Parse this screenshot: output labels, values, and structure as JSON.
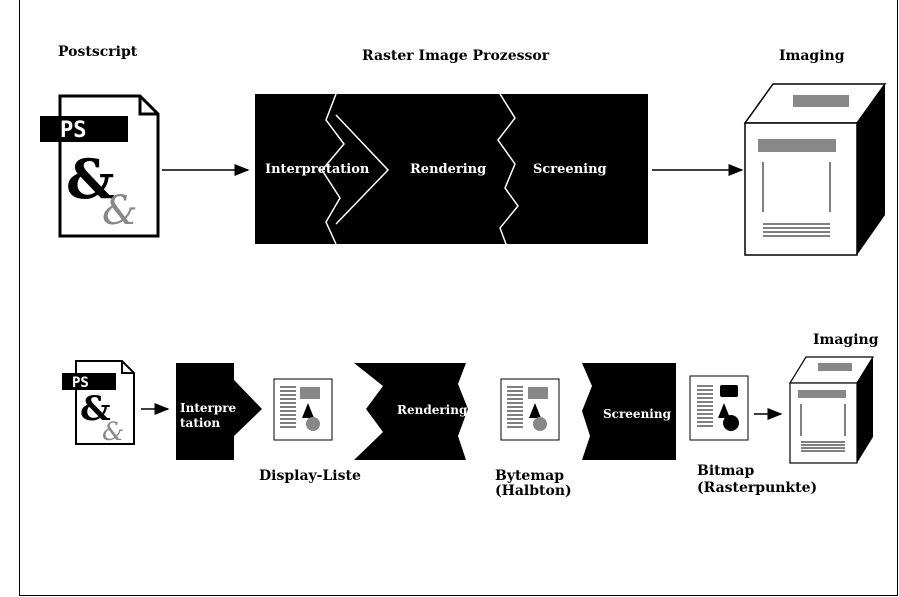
{
  "top": {
    "postscript_label": "Postscript",
    "rip_label": "Raster Image Prozessor",
    "imaging_label": "Imaging",
    "stages": [
      "Interpretation",
      "Rendering",
      "Screening"
    ],
    "ps_badge": "PS"
  },
  "bottom": {
    "imaging_label": "Imaging",
    "stage_interpretation_l1": "Interpre",
    "stage_interpretation_l2": "tation",
    "stage_rendering": "Rendering",
    "stage_screening": "Screening",
    "display_liste": "Display-Liste",
    "bytemap_l1": "Bytemap",
    "bytemap_l2": "(Halbton)",
    "bitmap_l1": "Bitmap",
    "bitmap_l2": "(Rasterpunkte)",
    "ps_badge": "PS"
  },
  "colors": {
    "ink": "#000000",
    "gray": "#8c8c8c",
    "paper": "#ffffff"
  }
}
